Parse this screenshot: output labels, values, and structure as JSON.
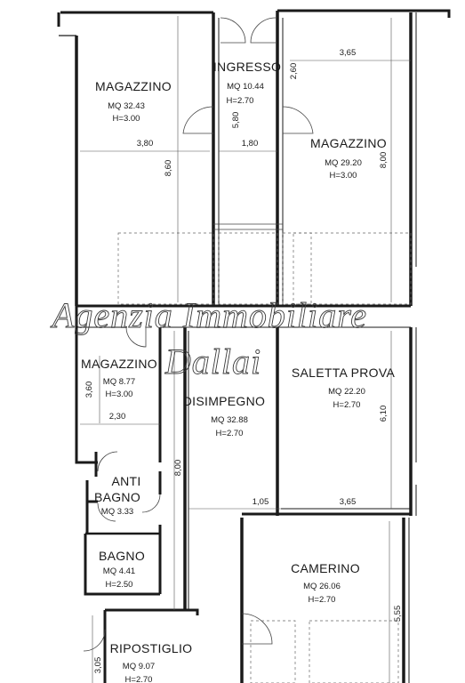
{
  "rooms": [
    {
      "name": "MAGAZZINO",
      "area": "MQ 32.43",
      "height": "H=3.00"
    },
    {
      "name": "INGRESSO",
      "area": "MQ 10.44",
      "height": "H=2.70"
    },
    {
      "name": "MAGAZZINO",
      "area": "MQ 29.20",
      "height": "H=3.00"
    },
    {
      "name": "MAGAZZINO",
      "area": "MQ 8.77",
      "height": "H=3.00"
    },
    {
      "name": "SALETTA PROVA",
      "area": "MQ 22.20",
      "height": "H=2.70"
    },
    {
      "name": "DISIMPEGNO",
      "area": "MQ 32.88",
      "height": "H=2.70"
    },
    {
      "name": "ANTI",
      "name2": "BAGNO",
      "area": "MQ 3.33"
    },
    {
      "name": "BAGNO",
      "area": "MQ 4.41",
      "height": "H=2.50"
    },
    {
      "name": "CAMERINO",
      "area": "MQ 26.06",
      "height": "H=2.70"
    },
    {
      "name": "RIPOSTIGLIO",
      "area": "MQ 9.07",
      "height": "H=2.70"
    }
  ],
  "dimensions": {
    "d_260": "2,60",
    "d_365_top": "3,65",
    "d_580": "5,80",
    "d_380": "3,80",
    "d_180": "1,80",
    "d_860": "8,60",
    "d_800_right": "8,00",
    "d_360": "3,60",
    "d_230": "2,30",
    "d_610": "6,10",
    "d_800_mid": "8,00",
    "d_105": "1,05",
    "d_365_mid": "3,65",
    "d_555": "5,55",
    "d_305": "3,05"
  },
  "watermark": {
    "line1": "Agenzia Immobiliare",
    "line2": "Dallai"
  }
}
